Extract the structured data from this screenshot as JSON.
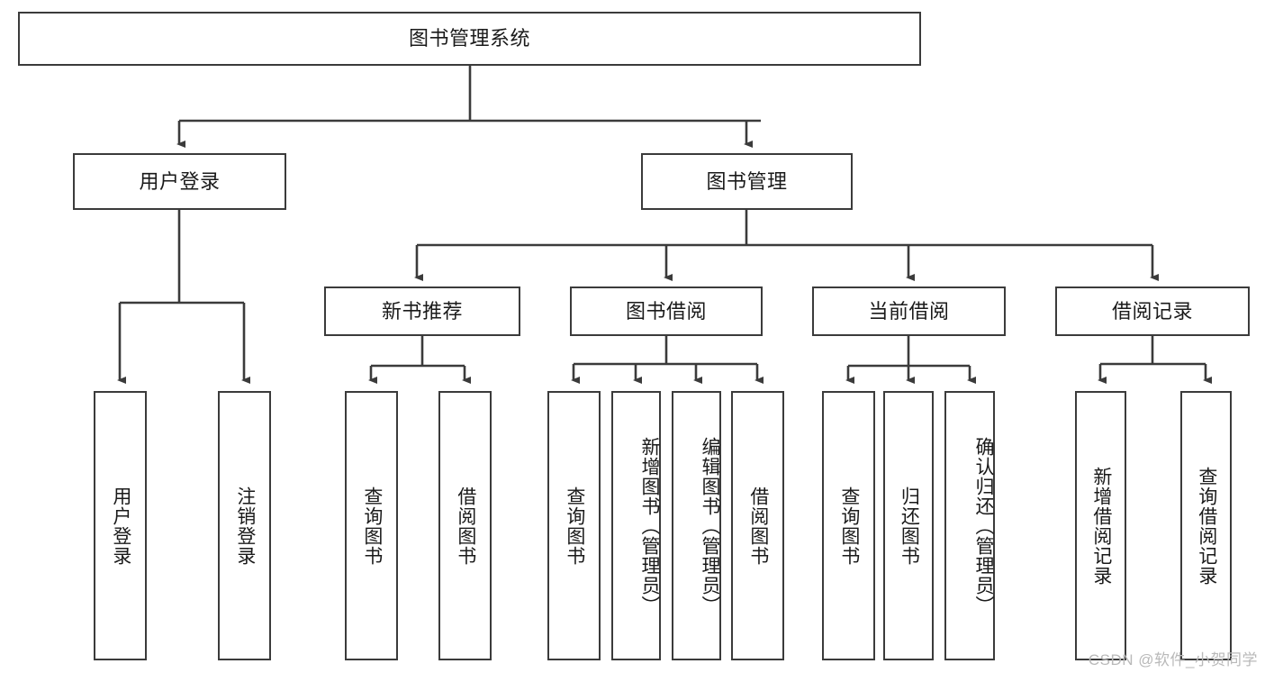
{
  "diagram": {
    "title": "图书管理系统",
    "type": "tree-hierarchy-diagram",
    "colors": {
      "box_border": "#3b3b3b",
      "box_fill": "#ffffff",
      "connector": "#3b3b3b",
      "text": "#1a1a1a",
      "watermark": "#b9b9b9"
    },
    "nodes": {
      "root": {
        "label": "图书管理系统"
      },
      "level1": [
        {
          "id": "user_login",
          "label": "用户登录"
        },
        {
          "id": "book_manage",
          "label": "图书管理"
        }
      ],
      "level2": [
        {
          "id": "new_book_rec",
          "label": "新书推荐"
        },
        {
          "id": "book_borrow",
          "label": "图书借阅"
        },
        {
          "id": "current_borrow",
          "label": "当前借阅"
        },
        {
          "id": "borrow_record",
          "label": "借阅记录"
        }
      ],
      "leaves": {
        "user_login": [
          {
            "id": "leaf_user_login",
            "label": "用户登录"
          },
          {
            "id": "leaf_logout",
            "label": "注销登录"
          }
        ],
        "new_book_rec": [
          {
            "id": "leaf_query_book_1",
            "label": "查询图书"
          },
          {
            "id": "leaf_borrow_book_1",
            "label": "借阅图书"
          }
        ],
        "book_borrow": [
          {
            "id": "leaf_query_book_2",
            "label": "查询图书"
          },
          {
            "id": "leaf_add_book",
            "label": "新增图书（管理员）"
          },
          {
            "id": "leaf_edit_book",
            "label": "编辑图书（管理员）"
          },
          {
            "id": "leaf_borrow_book_2",
            "label": "借阅图书"
          }
        ],
        "current_borrow": [
          {
            "id": "leaf_query_book_3",
            "label": "查询图书"
          },
          {
            "id": "leaf_return_book",
            "label": "归还图书"
          },
          {
            "id": "leaf_confirm_return",
            "label": "确认归还（管理员）"
          }
        ],
        "borrow_record": [
          {
            "id": "leaf_add_record",
            "label": "新增借阅记录"
          },
          {
            "id": "leaf_query_record",
            "label": "查询借阅记录"
          }
        ]
      }
    },
    "watermark": "CSDN @软件_小贺同学"
  }
}
